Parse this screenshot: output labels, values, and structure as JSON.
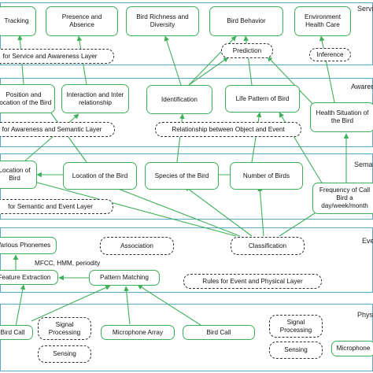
{
  "layers": {
    "service": "Service",
    "awareness": "Awareness",
    "semantic": "Semantic",
    "event": "Event",
    "physical": "Physical"
  },
  "nodes": {
    "tracking": "Tracking",
    "presence": "Presence and Absence",
    "richness": "Bird Richness and Diversity",
    "behavior": "Bird Behavior",
    "env": "Environment Health Care",
    "service_rules": "for Service and Awareness Layer",
    "prediction": "Prediction",
    "inference": "Inference",
    "location_bird": "Position and Location of the Bird",
    "interaction": "Interaction and Inter relationship",
    "identification": "Identification",
    "life_pattern": "Life Pattern of Bird",
    "health": "Health Situation of the Bird",
    "awareness_rules": "for Awareness and Semantic Layer",
    "relationship": "Relationship between Object and Event",
    "sem_location": "Location of Bird",
    "location_of_bird": "Location of the Bird",
    "species": "Species of the Bird",
    "number": "Number of Birds",
    "frequency": "Frequency of Call Bird a day/week/month",
    "semantic_rules": "for Semantic and Event Layer",
    "phonemes": "Various Phonemes",
    "association": "Association",
    "classification": "Classification",
    "mfcc": "MFCC, HMM, periodity",
    "feature": "Feature Extraction",
    "pattern": "Pattern Matching",
    "event_rules": "Rules for Event and Physical Layer",
    "bird_call_left": "Bird Call",
    "signal_proc_1": "Signal Processing",
    "mic_array": "Microphone Array",
    "bird_call_mid": "Bird Call",
    "signal_proc_2": "Signal Processing",
    "sensing_1": "Sensing",
    "sensing_2": "Sensing",
    "micro_right": "Microphone"
  },
  "colors": {
    "node_border": "#3fb05a",
    "arrow": "#3fb05a",
    "band": "#5aa7c9",
    "dashed": "#333333"
  }
}
